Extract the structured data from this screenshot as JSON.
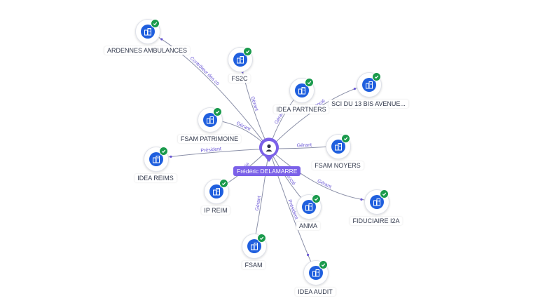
{
  "center": {
    "name": "Frédéric DELAMARRE",
    "icon": "person-icon",
    "color": "#7b61e8"
  },
  "nodes": [
    {
      "id": "ardennes-ambulances",
      "label": "ARDENNES AMBULANCES",
      "icon": "building-icon",
      "status": "verified"
    },
    {
      "id": "fs2c",
      "label": "FS2C",
      "icon": "building-icon",
      "status": "verified"
    },
    {
      "id": "idea-partners",
      "label": "IDEA PARTNERS",
      "icon": "building-icon",
      "status": "verified"
    },
    {
      "id": "sci-du-13-bis",
      "label": "SCI DU 13 BIS AVENUE...",
      "icon": "building-icon",
      "status": "verified"
    },
    {
      "id": "fsam-patrimoine",
      "label": "FSAM PATRIMOINE",
      "icon": "building-icon",
      "status": "verified"
    },
    {
      "id": "fsam-noyers",
      "label": "FSAM NOYERS",
      "icon": "building-icon",
      "status": "verified"
    },
    {
      "id": "idea-reims",
      "label": "IDEA REIMS",
      "icon": "building-icon",
      "status": "verified"
    },
    {
      "id": "ip-reim",
      "label": "IP REIM",
      "icon": "building-icon",
      "status": "verified"
    },
    {
      "id": "anma",
      "label": "ANMA",
      "icon": "building-icon",
      "status": "verified"
    },
    {
      "id": "fiduciaire-i2a",
      "label": "FIDUCIAIRE I2A",
      "icon": "building-icon",
      "status": "verified"
    },
    {
      "id": "fsam",
      "label": "FSAM",
      "icon": "building-icon",
      "status": "verified"
    },
    {
      "id": "idea-audit",
      "label": "IDEA AUDIT",
      "icon": "building-icon",
      "status": "verified"
    }
  ],
  "edges": [
    {
      "to": "ardennes-ambulances",
      "label": "Contrôleur des co"
    },
    {
      "to": "fs2c",
      "label": "Gérant"
    },
    {
      "to": "idea-partners",
      "label": "Gérant"
    },
    {
      "to": "sci-du-13-bis",
      "label": "Associé"
    },
    {
      "to": "fsam-patrimoine",
      "label": "Gérant"
    },
    {
      "to": "fsam-noyers",
      "label": "Gérant"
    },
    {
      "to": "idea-reims",
      "label": "Président"
    },
    {
      "to": "ip-reim",
      "label": "Associé"
    },
    {
      "to": "anma",
      "label": "Associé"
    },
    {
      "to": "fiduciaire-i2a",
      "label": "Gérant"
    },
    {
      "to": "fsam",
      "label": "Gérant"
    },
    {
      "to": "idea-audit",
      "label": "Président"
    }
  ],
  "colors": {
    "node_icon": "#1f5fde",
    "badge": "#1a9a4c",
    "edge": "#8b90a8",
    "edge_label": "#6b58d6"
  }
}
